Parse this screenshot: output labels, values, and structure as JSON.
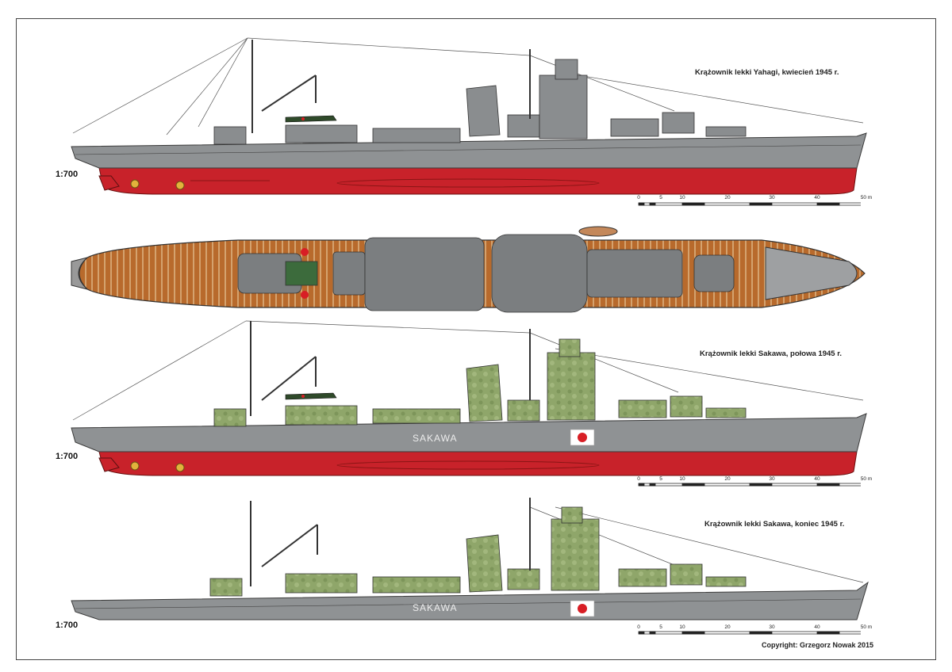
{
  "captions": {
    "yahagi": "Krążownik lekki Yahagi, kwiecień 1945 r.",
    "sakawa_mid": "Krążownik lekki Sakawa, połowa 1945 r.",
    "sakawa_end": "Krążownik lekki Sakawa, koniec 1945 r."
  },
  "scale_label": "1:700",
  "hull_name": "SAKAWA",
  "scale_bar": {
    "ticks": [
      "0",
      "5",
      "10",
      "20",
      "30",
      "40",
      "50 m"
    ]
  },
  "copyright": "Copyright: Grzegorz Nowak 2015",
  "colors": {
    "hull_grey": "#8f9294",
    "superstructure_grey": "#8a8d8f",
    "camouflage_green": "#8fa66a",
    "antifouling_red": "#c8222a",
    "deck_wood": "#b86a2c",
    "hinomaru": "#d81e25"
  }
}
